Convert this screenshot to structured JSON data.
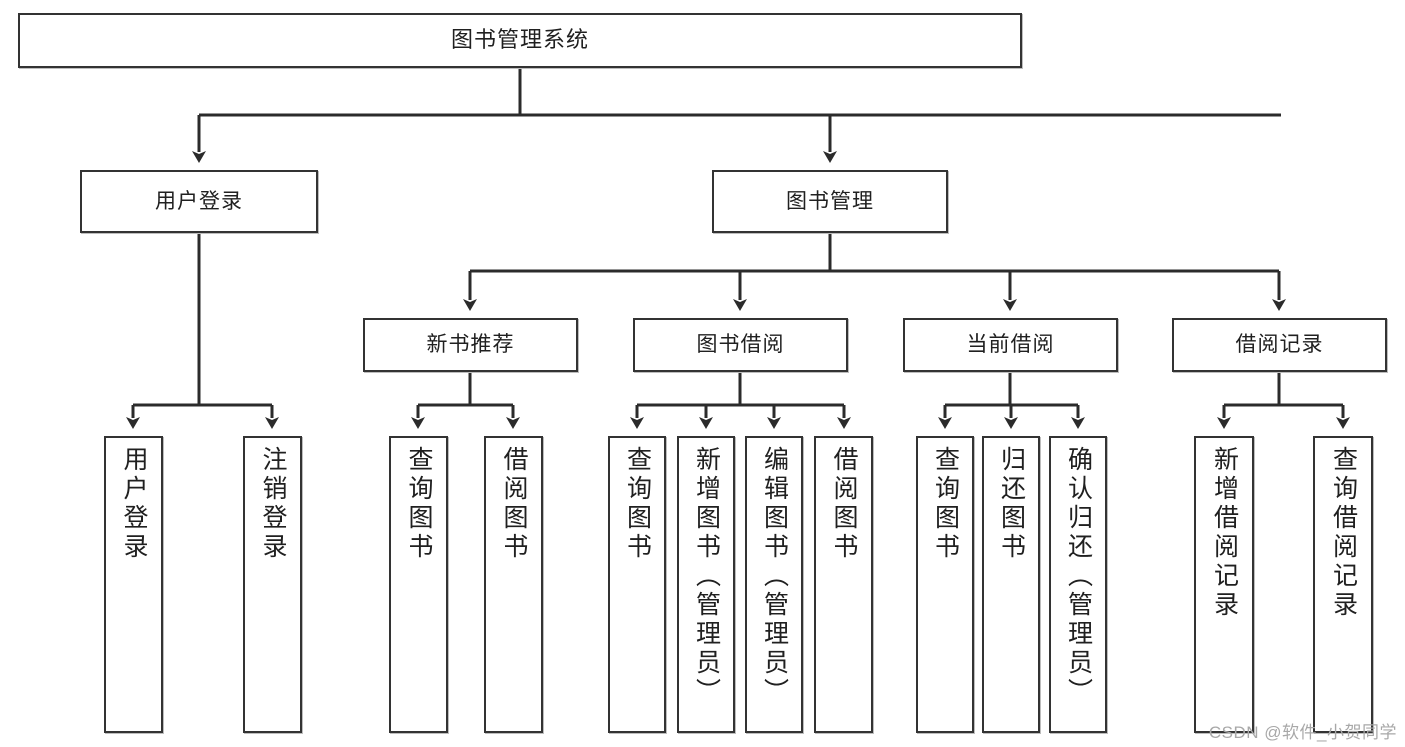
{
  "diagram": {
    "title": "图书管理系统",
    "root": {
      "label": "图书管理系统"
    },
    "level1": [
      {
        "label": "用户登录"
      },
      {
        "label": "图书管理"
      }
    ],
    "level2": [
      {
        "label": "新书推荐"
      },
      {
        "label": "图书借阅"
      },
      {
        "label": "当前借阅"
      },
      {
        "label": "借阅记录"
      }
    ],
    "leaves": [
      {
        "label": "用户登录"
      },
      {
        "label": "注销登录"
      },
      {
        "label": "查询图书"
      },
      {
        "label": "借阅图书"
      },
      {
        "label": "查询图书"
      },
      {
        "label": "新增图书（管理员）"
      },
      {
        "label": "编辑图书（管理员）"
      },
      {
        "label": "借阅图书"
      },
      {
        "label": "查询图书"
      },
      {
        "label": "归还图书"
      },
      {
        "label": "确认归还（管理员）"
      },
      {
        "label": "新增借阅记录"
      },
      {
        "label": "查询借阅记录"
      }
    ]
  },
  "watermark": {
    "text": "CSDN @软件_小贺同学"
  },
  "colors": {
    "stroke": "#333333",
    "fill": "#ffffff",
    "text": "#202020",
    "watermark": "#a8a8a8"
  }
}
